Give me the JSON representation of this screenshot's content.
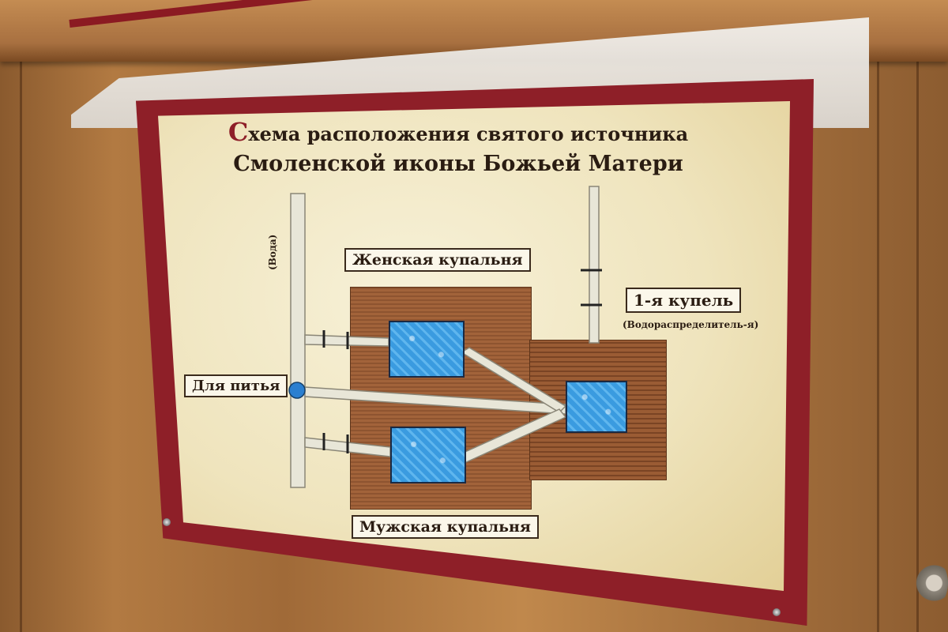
{
  "sign": {
    "title_dropcap": "С",
    "title_line1_rest": "хема расположения святого источника",
    "title_line2": "Смоленской иконы Божьей Матери"
  },
  "labels": {
    "women_bath": "Женская купальня",
    "men_bath": "Мужская купальня",
    "drinking": "Для питья",
    "font1": "1-я купель",
    "font1_sub": "(Водораспределитель-я)",
    "water": "(Вода)"
  },
  "colors": {
    "frame": "#8e1f28",
    "paper": "#efe4bd",
    "water": "#3a9be0",
    "brick": "#a2633a",
    "pipe": "#e8e6d8"
  }
}
